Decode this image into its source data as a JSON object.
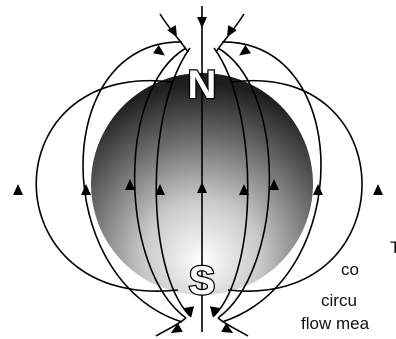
{
  "diagram": {
    "poles": {
      "north": "N",
      "south": "S"
    },
    "caption_lines": [
      "T",
      "co",
      "circu",
      "flow mea"
    ],
    "colors": {
      "field_line": "#000000",
      "sphere_light": "#ffffff",
      "sphere_dark": "#1e1e1e",
      "pole_letter_fill": "#ffffff",
      "pole_letter_stroke": "#000000",
      "caption_text": "#111111"
    }
  }
}
